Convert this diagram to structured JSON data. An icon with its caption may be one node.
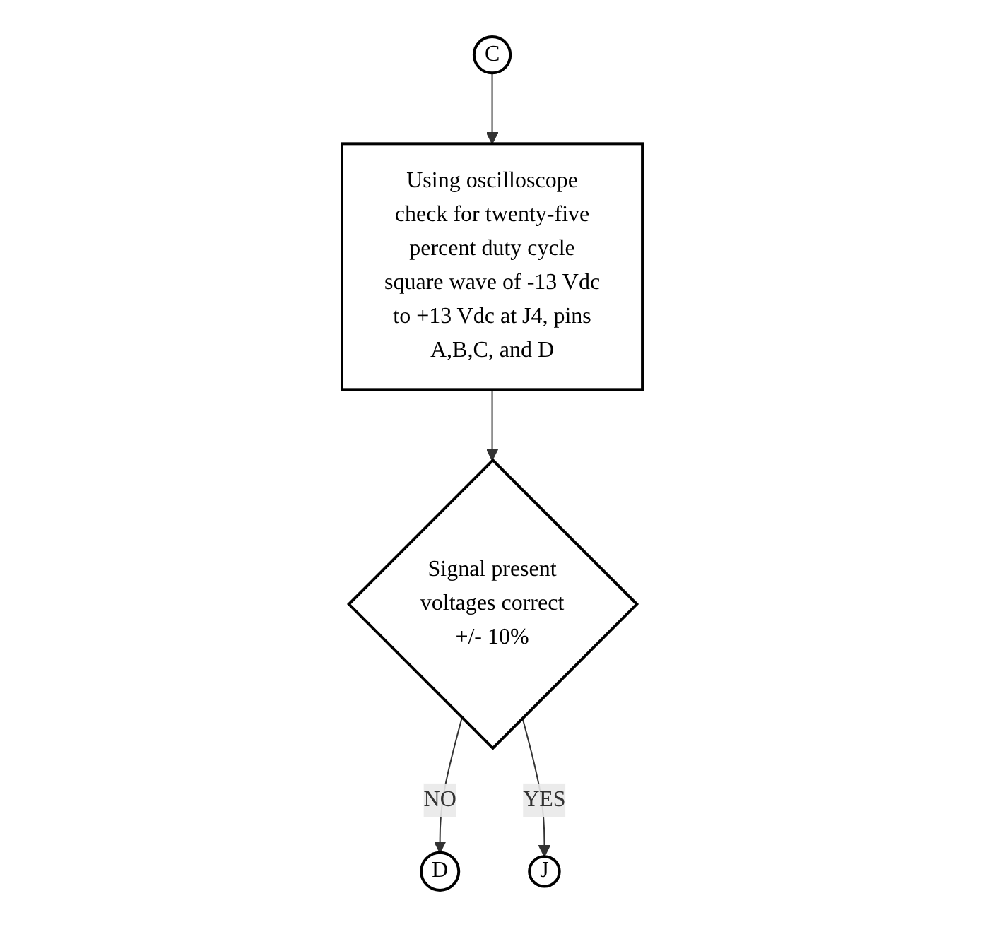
{
  "diagram": {
    "nodes": [
      {
        "text": [
          "C"
        ]
      },
      {
        "text": [
          "Using oscilloscope check for twenty-five percent duty cycle square wave of -13 Vdc to +13 Vdc at J4, pins A,B,C, and D"
        ]
      },
      {
        "text": [
          "Signal present voltages correct +/- 10%"
        ]
      },
      {
        "text": [
          "D"
        ]
      },
      {
        "text": [
          "J"
        ]
      }
    ],
    "edges": [
      {
        "from": 0,
        "to": 1,
        "arrow": "to"
      },
      {
        "from": 1,
        "to": 2,
        "arrow": "to"
      },
      {
        "from": 2,
        "to": 3,
        "arrow": "to",
        "label": "NO"
      },
      {
        "from": 2,
        "to": 4,
        "arrow": "to",
        "label": "YES"
      }
    ]
  }
}
